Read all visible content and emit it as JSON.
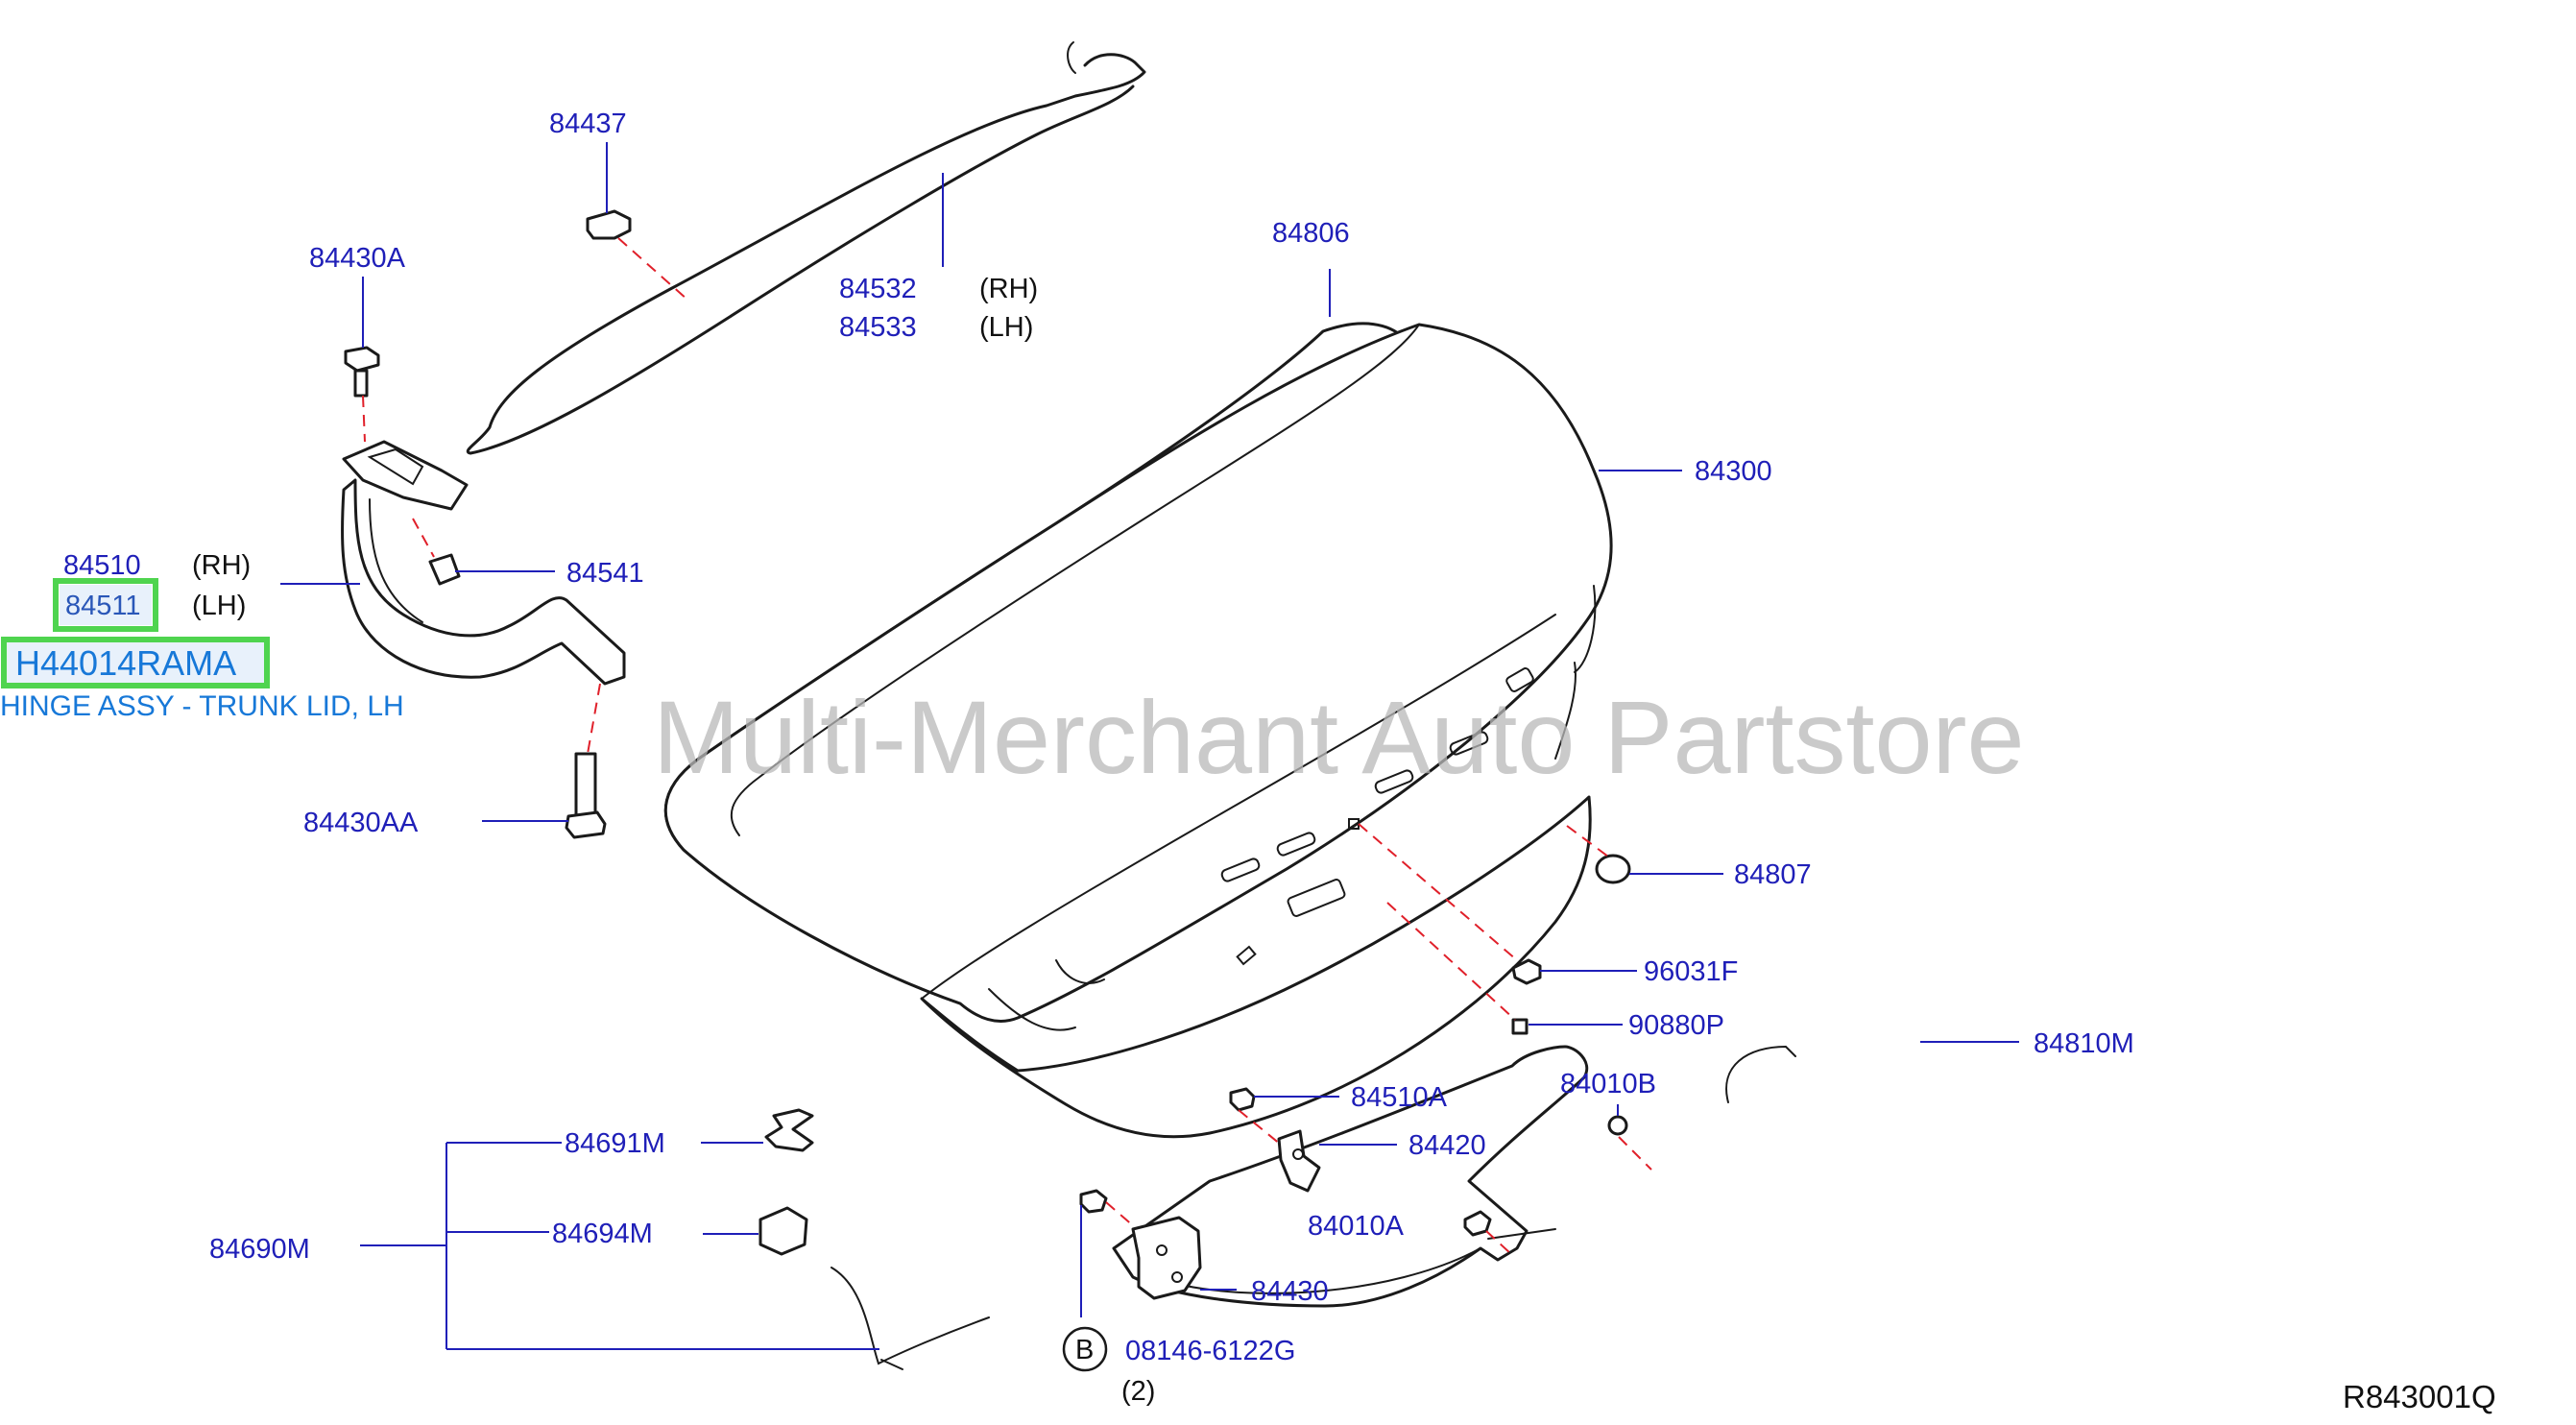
{
  "labels": {
    "p84437": "84437",
    "p84430A": "84430A",
    "p84532": "84532",
    "p84533": "84533",
    "rh": "(RH)",
    "lh": "(LH)",
    "p84806": "84806",
    "p84300": "84300",
    "p84510": "84510",
    "p84511": "84511",
    "p84541": "84541",
    "p84430AA": "84430AA",
    "p84807": "84807",
    "p96031F": "96031F",
    "p90880P": "90880P",
    "p84810M": "84810M",
    "p84010B": "84010B",
    "p84510A": "84510A",
    "p84420": "84420",
    "p84010A": "84010A",
    "p84430": "84430",
    "p84691M": "84691M",
    "p84694M": "84694M",
    "p84690M": "84690M",
    "bolt_circle": "B",
    "p08146": "08146-6122G",
    "qty": "(2)",
    "ref_code": "R843001Q"
  },
  "highlight": {
    "part_number": "84511",
    "code": "H44014RAMA",
    "description": "HINGE ASSY - TRUNK LID, LH",
    "color": "#4fd44f"
  },
  "watermark": "Multi-Merchant Auto Partstore"
}
